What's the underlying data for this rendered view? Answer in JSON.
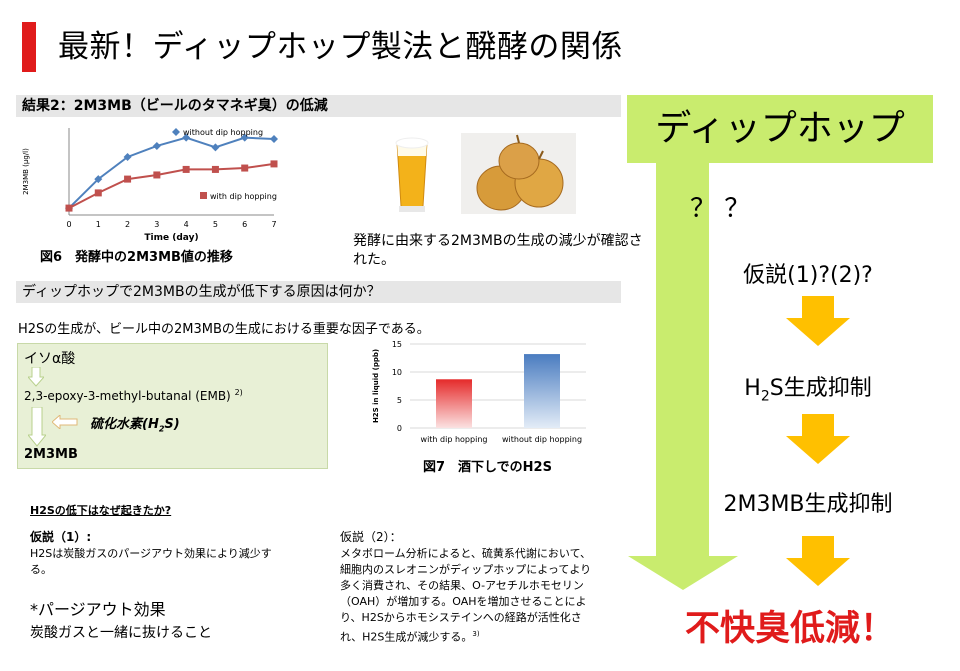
{
  "title": "最新！ディップホップ製法と醗酵の関係",
  "section1": {
    "heading": "結果2：2M3MB（ビールのタマネギ臭）の低減",
    "chart1_caption": "図6　発酵中の2M3MB値の推移",
    "note": "発酵に由来する2M3MBの生成の減少が確認された。",
    "beer_image": "beer-glass",
    "onion_image": "onions"
  },
  "section2": {
    "heading": "ディップホップで2M3MBの生成が低下する原因は何か？",
    "statement": "H2Sの生成が、ビール中の2M3MBの生成における重要な因子である。",
    "pathway": {
      "step1": "イソα酸",
      "step2": "2,3-epoxy-3-methyl-butanal (EMB)",
      "step2_ref": "2)",
      "reagent": "硫化水素(H",
      "reagent_sub": "2",
      "reagent_end": "S)",
      "step3": "2M3MB"
    },
    "chart2_caption": "図7　酒下しでのH2S"
  },
  "section3": {
    "heading": "H2Sの低下はなぜ起きたか?",
    "h1_title": "仮説（1）:",
    "h1_body": "H2Sは炭酸ガスのパージアウト効果により減少する。",
    "purge_title": "*パージアウト効果",
    "purge_body": "炭酸ガスと一緒に抜けること",
    "h2_title": "仮説（2）：",
    "h2_body": "メタボローム分析によると、硫黄系代謝において、細胞内のスレオニンがディップホップによってより多く消費され、その結果、O-アセチルホモセリン（OAH）が増加する。OAHを増加させることにより、H2Sからホモシステインへの経路が活性化され、H2S生成が減少する。",
    "h2_ref": "3)"
  },
  "right_panel": {
    "header": "ディップホップ",
    "question": "？ ？",
    "hypothesis": "仮説(1)?(2)?",
    "h2s_pre": "H",
    "h2s_sub": "2",
    "h2s_post": "S生成抑制",
    "mb": "2M3MB生成抑制",
    "result": "不快臭低減！"
  },
  "chart_data": [
    {
      "type": "line",
      "xlabel": "Time (day)",
      "ylabel": "2M3MB (μg/l)",
      "x": [
        0,
        1,
        2,
        3,
        4,
        5,
        6,
        7
      ],
      "xlim": [
        0,
        7
      ],
      "series": [
        {
          "name": "without dip hopping",
          "color": "#4f81bd",
          "values": [
            0.5,
            2.6,
            4.2,
            5.0,
            5.6,
            4.9,
            5.6,
            5.5
          ]
        },
        {
          "name": "with dip hopping",
          "color": "#c0504d",
          "values": [
            0.5,
            1.6,
            2.6,
            2.9,
            3.3,
            3.3,
            3.4,
            3.7
          ]
        }
      ]
    },
    {
      "type": "bar",
      "ylabel": "H2S in liquid (ppb)",
      "categories": [
        "with dip hopping",
        "without dip hopping"
      ],
      "values": [
        8.7,
        13.2
      ],
      "ylim": [
        0,
        15
      ],
      "yticks": [
        "0",
        "5",
        "10",
        "15"
      ]
    }
  ]
}
